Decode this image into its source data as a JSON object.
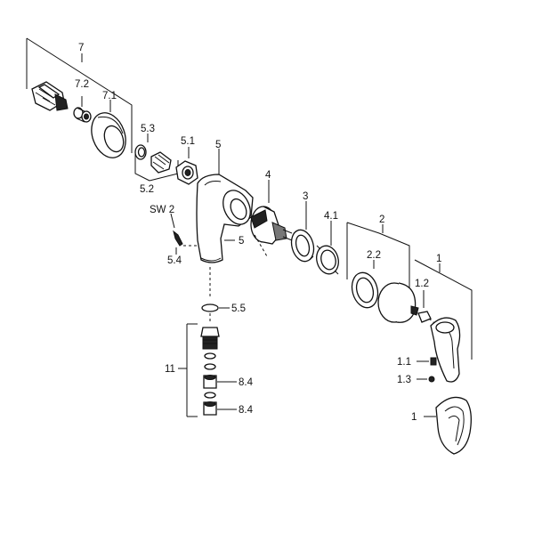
{
  "labels": {
    "l7": "7",
    "l7_2": "7.2",
    "l7_1": "7.1",
    "l5_3": "5.3",
    "l5_1": "5.1",
    "l5_top": "5",
    "l5_2": "5.2",
    "lSW2": "SW 2",
    "l5_side": "5",
    "l5_4": "5.4",
    "l4": "4",
    "l3": "3",
    "l4_1": "4.1",
    "l2": "2",
    "l2_2": "2.2",
    "l1_top": "1",
    "l1_2": "1.2",
    "l5_5": "5.5",
    "l11": "11",
    "l8_4a": "8.4",
    "l8_4b": "8.4",
    "l1_1": "1.1",
    "l1_3": "1.3",
    "l1_bottom": "1"
  }
}
